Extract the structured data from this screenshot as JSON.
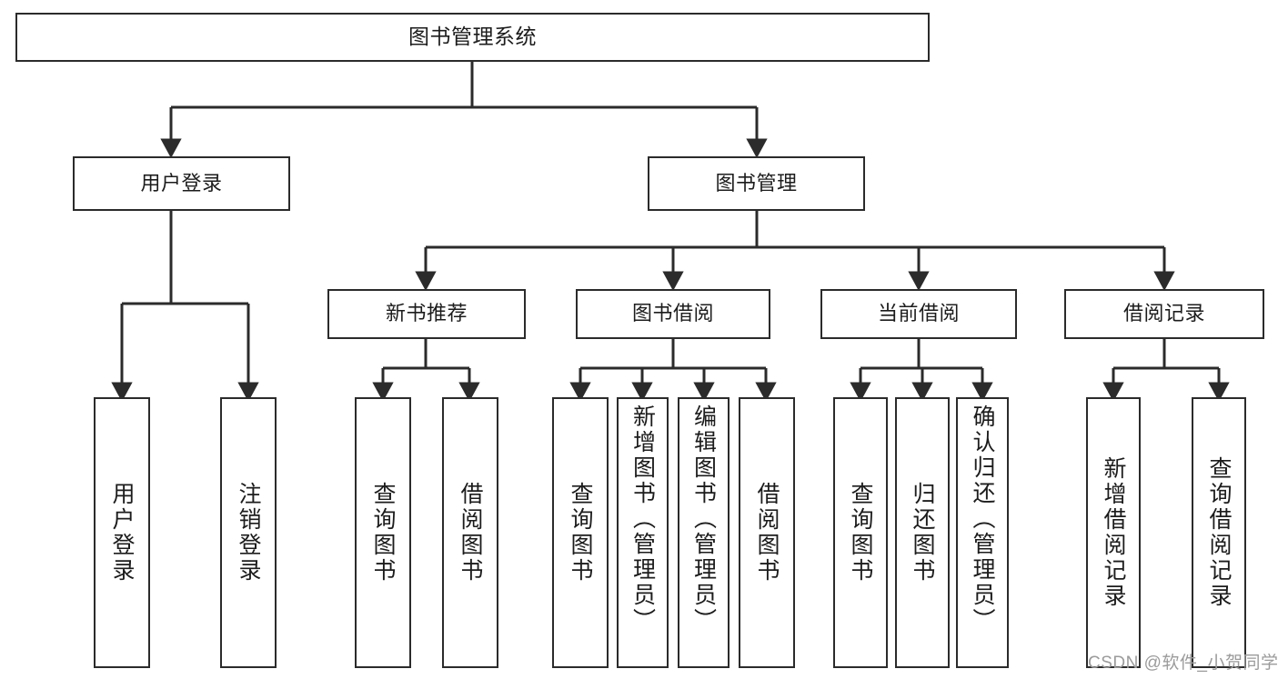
{
  "diagram": {
    "type": "tree-hierarchy",
    "title": "图书管理系统",
    "watermark": "CSDN @软件_小贺同学",
    "colors": {
      "stroke": "#2b2b2b",
      "fill": "#ffffff",
      "text": "#1c1c1c",
      "watermark": "#9b9b9b"
    },
    "nodes": {
      "root": {
        "label": "图书管理系统"
      },
      "level1": [
        {
          "id": "user-login",
          "label": "用户登录"
        },
        {
          "id": "book-manage",
          "label": "图书管理"
        }
      ],
      "level2": [
        {
          "id": "new-book-rec",
          "label": "新书推荐"
        },
        {
          "id": "book-borrow",
          "label": "图书借阅"
        },
        {
          "id": "current-borrow",
          "label": "当前借阅"
        },
        {
          "id": "borrow-record",
          "label": "借阅记录"
        }
      ],
      "leaves": [
        {
          "id": "leaf-user-login",
          "label": "用户登录",
          "parent": "user-login"
        },
        {
          "id": "leaf-user-logout",
          "label": "注销登录",
          "parent": "user-login"
        },
        {
          "id": "leaf-query-book-1",
          "label": "查询图书",
          "parent": "new-book-rec"
        },
        {
          "id": "leaf-borrow-book-1",
          "label": "借阅图书",
          "parent": "new-book-rec"
        },
        {
          "id": "leaf-query-book-2",
          "label": "查询图书",
          "parent": "book-borrow"
        },
        {
          "id": "leaf-add-book",
          "label": "新增图书（管理员）",
          "parent": "book-borrow"
        },
        {
          "id": "leaf-edit-book",
          "label": "编辑图书（管理员）",
          "parent": "book-borrow"
        },
        {
          "id": "leaf-borrow-book-2",
          "label": "借阅图书",
          "parent": "book-borrow"
        },
        {
          "id": "leaf-query-book-3",
          "label": "查询图书",
          "parent": "current-borrow"
        },
        {
          "id": "leaf-return-book",
          "label": "归还图书",
          "parent": "current-borrow"
        },
        {
          "id": "leaf-confirm-return",
          "label": "确认归还（管理员）",
          "parent": "current-borrow"
        },
        {
          "id": "leaf-add-record",
          "label": "新增借阅记录",
          "parent": "borrow-record"
        },
        {
          "id": "leaf-query-record",
          "label": "查询借阅记录",
          "parent": "borrow-record"
        }
      ]
    }
  }
}
